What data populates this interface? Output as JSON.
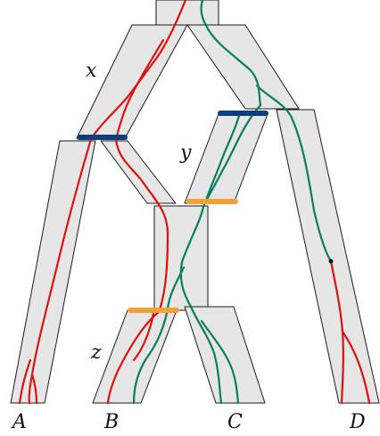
{
  "colors": {
    "branch_fill": "#e6e6e6",
    "branch_stroke": "#1a1a1a",
    "red_lineage": "#dd1111",
    "green_lineage": "#0a7f5a",
    "blue_event": "#0d3f7f",
    "orange_event": "#f4a133"
  },
  "labels": {
    "x": "x",
    "y": "y",
    "z": "z",
    "leaf_a": "A",
    "leaf_b": "B",
    "leaf_c": "C",
    "leaf_d": "D"
  }
}
